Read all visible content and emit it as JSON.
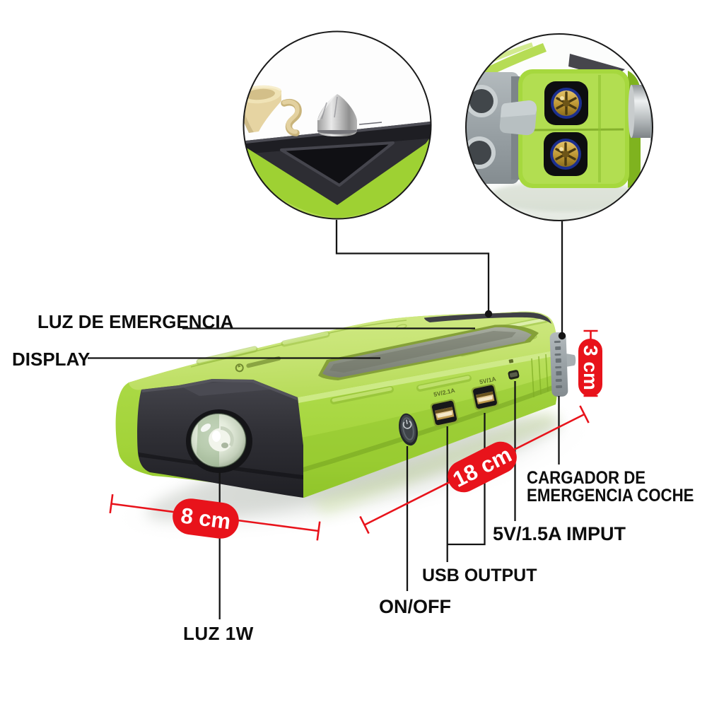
{
  "colors": {
    "accent_red": "#e8131b",
    "label_black": "#0d0d0d",
    "body_green": "#a9d840",
    "top_green": "#c7e474",
    "part_black": "#2a2a2f",
    "part_gray": "#9aa2a6"
  },
  "callouts": {
    "emergency_light": "LUZ DE EMERGENCIA",
    "display": "DISPLAY",
    "light_1w": "LUZ 1W",
    "on_off": "ON/OFF",
    "usb_output": "USB OUTPUT",
    "input": "5V/1.5A IMPUT",
    "car_charger_line1": "CARGADOR DE",
    "car_charger_line2": "EMERGENCIA COCHE"
  },
  "measurements": {
    "width": "8 cm",
    "length": "18 cm",
    "height": "3 cm"
  },
  "device_port_labels": {
    "usb1": "5V/2.1A",
    "usb2": "5V/1A"
  }
}
